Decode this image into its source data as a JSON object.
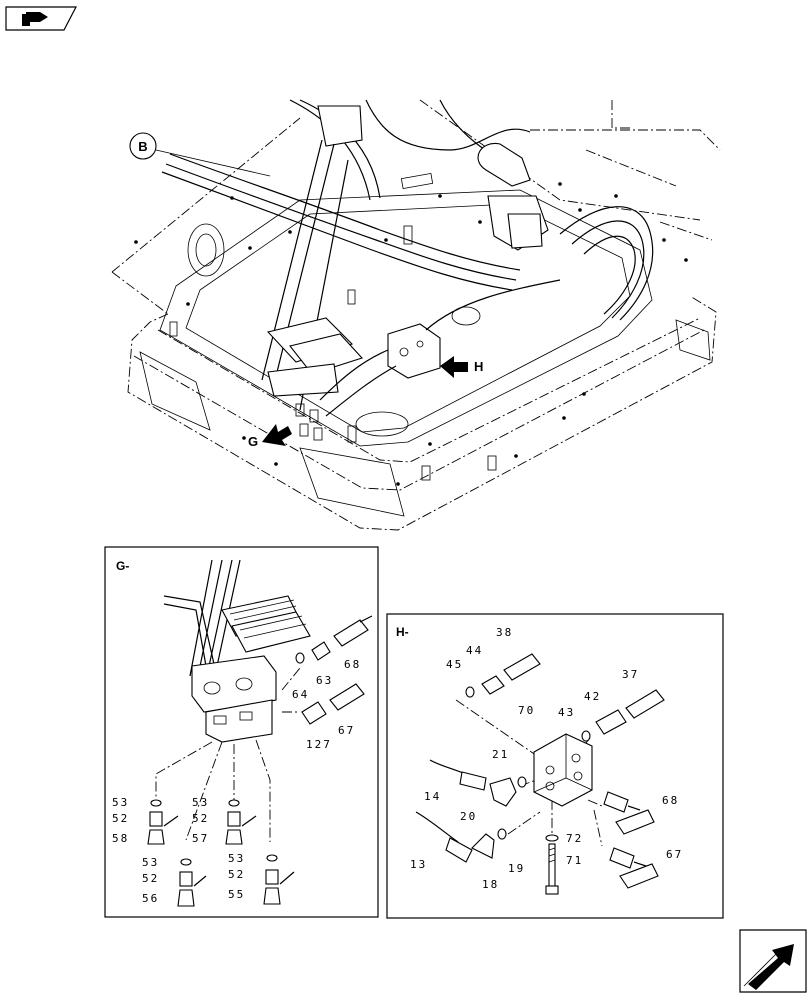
{
  "nav": {
    "prev_icon": "book-back-icon",
    "next_icon": "next-page-arrow-icon"
  },
  "main_view": {
    "callout_B": "B",
    "arrow_G": "G",
    "arrow_H": "H"
  },
  "detail_G": {
    "title": "G-",
    "labels": {
      "l68": "68",
      "l63": "63",
      "l64": "64",
      "l67": "67",
      "l127": "127",
      "l53a": "53",
      "l52a": "52",
      "l58": "58",
      "l53b": "53",
      "l52b": "52",
      "l57": "57",
      "l53c": "53",
      "l52c": "52",
      "l56": "56",
      "l53d": "53",
      "l52d": "52",
      "l55": "55"
    }
  },
  "detail_H": {
    "title": "H-",
    "labels": {
      "l38": "38",
      "l45": "45",
      "l44": "44",
      "l37": "37",
      "l42": "42",
      "l43": "43",
      "l70": "70",
      "l21": "21",
      "l14": "14",
      "l20": "20",
      "l68": "68",
      "l72": "72",
      "l71": "71",
      "l13": "13",
      "l19": "19",
      "l18": "18",
      "l67": "67"
    }
  }
}
